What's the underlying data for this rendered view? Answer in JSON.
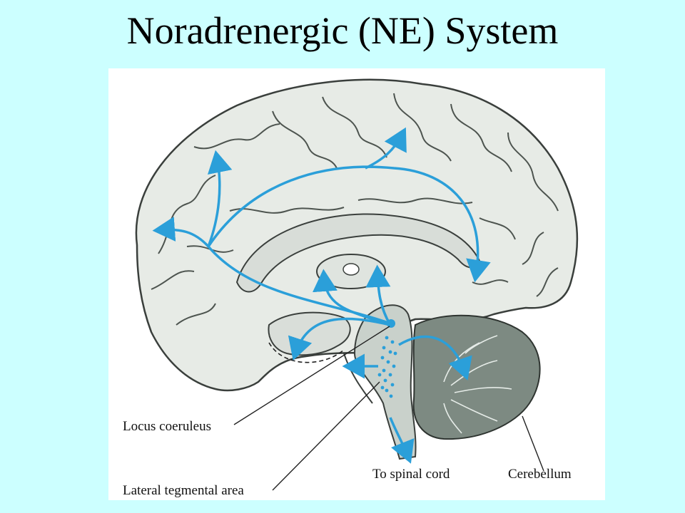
{
  "title": "Noradrenergic (NE) System",
  "labels": {
    "locus_coeruleus": "Locus coeruleus",
    "lateral_tegmental_area": "Lateral tegmental area",
    "to_spinal_cord": "To spinal cord",
    "cerebellum": "Cerebellum"
  },
  "colors": {
    "background": "#ccffff",
    "pathway": "#2b9fd9",
    "brain_fill": "#e7ebe6",
    "cerebellum_fill": "#7d8a82",
    "outline": "#3a3f3c"
  }
}
